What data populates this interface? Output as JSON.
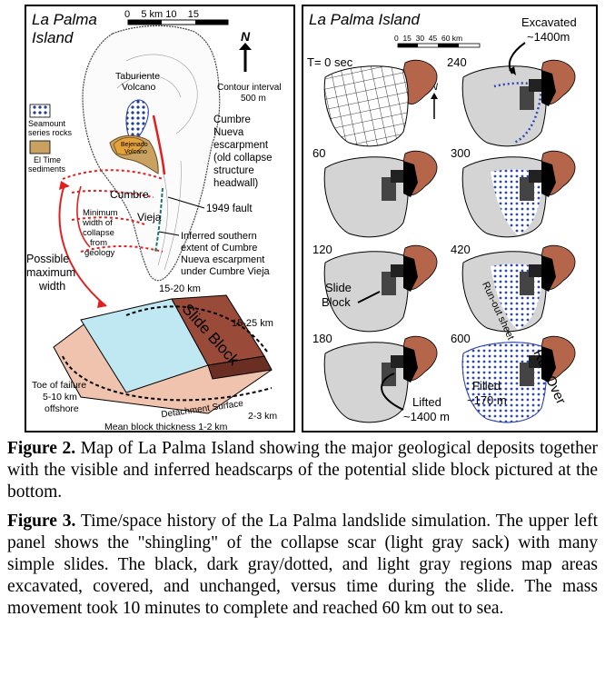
{
  "fig2": {
    "title_line1": "La Palma",
    "title_line2": "Island",
    "scale_label": "0    5 km 10    15",
    "north": "N",
    "contour": "Contour interval\n500 m",
    "taburiente": "Taburiente\nVolcano",
    "seamount": "Seamount\nseries rocks",
    "eltime": "El Time\nsediments",
    "bejenado": "Bejenado\nVolcano",
    "cumbre_nueva": "Cumbre\nNueva\nescarpment\n(old collapse\nstructure\nheadwall)",
    "cumbre": "Cumbre",
    "vieja": "Vieja",
    "fault": "1949 fault",
    "minwidth": "Minimum\nwidth of\ncollapse\nfrom\ngeology",
    "inferred": "Inferred southern\nextent of Cumbre\nNueva escarpment\nunder Cumbre Vieja",
    "possible": "Possible\nmaximum\nwidth",
    "km1520": "15-20 km",
    "km1525": "15-25 km",
    "slide_block": "Slide Block",
    "toe": "Toe of failure\n5-10 km\noffshore",
    "detachment": "Detachment Surface",
    "km23": "2-3 km",
    "thickness": "Mean block thickness 1-2 km"
  },
  "fig3": {
    "title": "La Palma Island",
    "scale_label": "0  15  30  45  60 km",
    "north": "N",
    "times": [
      "T= 0 sec",
      "240",
      "60",
      "300",
      "120",
      "420",
      "180",
      "600"
    ],
    "excavated": "Excavated\n~1400m",
    "slide_block": "Slide\nBlock",
    "runout": "Run-out\nsheet",
    "lifted": "Lifted\n~1400 m",
    "filled": "Filled\n~170 m",
    "runover": "Run Over"
  },
  "captions": {
    "fig2_label": "Figure 2.",
    "fig2_text": " Map of La Palma Island showing the major geological deposits together with the visible and inferred headscarps of the potential slide block pictured at the bottom.",
    "fig3_label": "Figure 3.",
    "fig3_text": " Time/space history of the La Palma landslide simulation. The upper left panel shows the \"shingling\" of the collapse scar (light gray sack) with many simple slides. The black, dark gray/dotted, and light gray regions map areas excavated, covered, and unchanged, versus time during the slide. The mass movement took 10 minutes to complete and reached 60 km out to sea."
  },
  "colors": {
    "land_brown": "#b5654a",
    "gray_fill": "#d4d4d4",
    "dot_blue": "#2d46b8",
    "slide_brown": "#9a4a38",
    "water": "#bfe8f2",
    "red": "#e02020"
  }
}
